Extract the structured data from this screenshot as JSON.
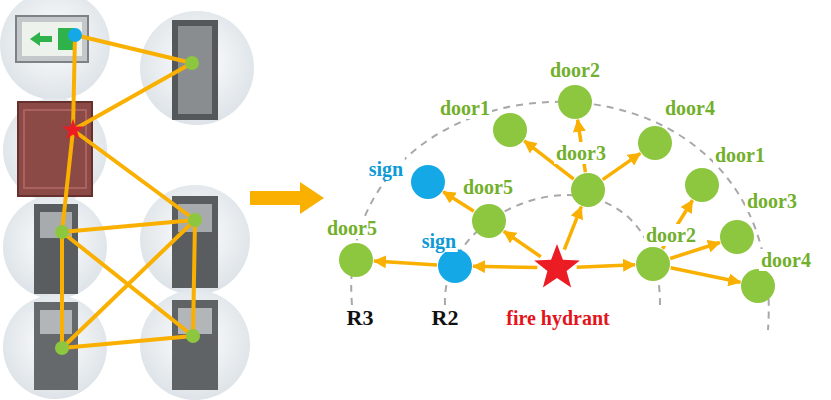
{
  "diagram": {
    "nodes": [
      {
        "text": [
          "door2"
        ]
      },
      {
        "text": [
          "door1"
        ]
      },
      {
        "text": [
          "door4"
        ]
      },
      {
        "text": [
          "sign"
        ]
      },
      {
        "text": [
          "door3"
        ]
      },
      {
        "text": [
          "door1"
        ]
      },
      {
        "text": [
          "door5"
        ]
      },
      {
        "text": [
          "door3"
        ]
      },
      {
        "text": [
          "door5"
        ]
      },
      {
        "text": [
          "sign"
        ]
      },
      {
        "text": [
          "fire hydrant"
        ]
      },
      {
        "text": [
          "door2"
        ]
      },
      {
        "text": [
          "door4"
        ]
      }
    ],
    "edges": [
      {
        "from": 10,
        "to": 9,
        "arrow": "to"
      },
      {
        "from": 9,
        "to": 8,
        "arrow": "to"
      },
      {
        "from": 10,
        "to": 6,
        "arrow": "to"
      },
      {
        "from": 6,
        "to": 3,
        "arrow": "to"
      },
      {
        "from": 10,
        "to": 4,
        "arrow": "to"
      },
      {
        "from": 4,
        "to": 1,
        "arrow": "to"
      },
      {
        "from": 4,
        "to": 0,
        "arrow": "to"
      },
      {
        "from": 4,
        "to": 2,
        "arrow": "to"
      },
      {
        "from": 10,
        "to": 11,
        "arrow": "to"
      },
      {
        "from": 11,
        "to": 5,
        "arrow": "to"
      },
      {
        "from": 11,
        "to": 7,
        "arrow": "to"
      },
      {
        "from": 11,
        "to": 12,
        "arrow": "to"
      }
    ],
    "labels": [
      "R3",
      "R2"
    ]
  }
}
